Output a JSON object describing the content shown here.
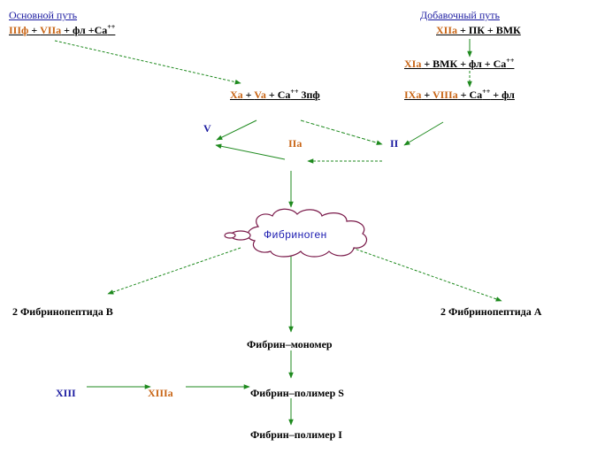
{
  "main_path": {
    "title": "Основной путь",
    "f3": "IIIф",
    "plus1": " + ",
    "f7a": "VIIa",
    "rest": " + фл +Са",
    "sup": "++"
  },
  "extra_path": {
    "title": "Добавочный путь",
    "f12a": "XIIa",
    "rest": " + ПК + ВМК"
  },
  "line_xi": {
    "f11a": "XIa",
    "rest": " + ВМК  + фл + Са",
    "sup": "++"
  },
  "line_ix": {
    "f9a": "IXa",
    "plus": " + ",
    "f8a": "VIIIa",
    "rest": " + Са",
    "sup": "++",
    "tail": " + фл"
  },
  "line_x": {
    "f10a": "Xa",
    "plus": " + ",
    "f5a": "Va",
    "rest": " + Са",
    "sup": "++",
    "tail": " 3пф"
  },
  "nodes": {
    "v": "V",
    "ii_right": "II",
    "iia": "IIa",
    "fibrinogen": "Фибриноген",
    "fp_b": "2 Фибринопептида В",
    "fp_a": "2 Фибринопептида А",
    "monomer": "Фибрин–мономер",
    "xiii": "XIII",
    "xiiia": "XIIIa",
    "polymer_s": "Фибрин–полимер S",
    "polymer_i": "Фибрин–полимер I"
  },
  "colors": {
    "arrow": "#1e8a1e",
    "factor": "#c86414",
    "label_blue": "#1a1aa0",
    "cloud_stroke": "#7a1a4a"
  }
}
